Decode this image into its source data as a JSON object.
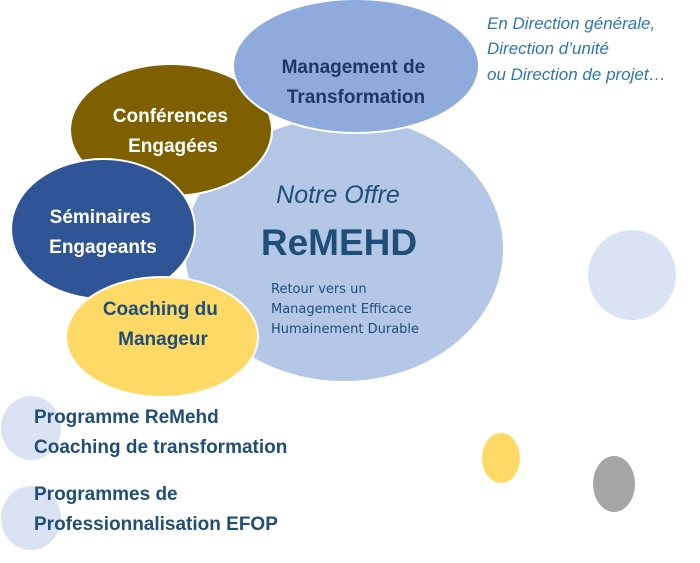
{
  "bubbles": {
    "management": {
      "line1": "Management de",
      "line2": "Transformation",
      "color": "#8FAADC"
    },
    "conferences": {
      "line1": "Conférences",
      "line2": "Engagées",
      "color": "#7F6000"
    },
    "seminaires": {
      "line1": "Séminaires",
      "line2": "Engageants",
      "color": "#2F5597"
    },
    "coaching": {
      "line1": "Coaching du",
      "line2": "Manageur",
      "color": "#FFD966"
    },
    "offre": {
      "heading": "Notre Offre",
      "title": "ReMEHD",
      "line1": "Retour vers un",
      "line2": "Management Efficace",
      "line3": "Humainement Durable",
      "color": "#B4C7E7"
    }
  },
  "scope_note": {
    "line1": "En Direction générale,",
    "line2": "Direction d’unité",
    "line3": "ou Direction de projet…"
  },
  "programs": [
    {
      "line1": "Programme ReMehd",
      "line2": "Coaching de transformation"
    },
    {
      "line1": "Programmes de",
      "line2": "Professionnalisation EFOP"
    }
  ],
  "colors": {
    "text_dark": "#1F4E79",
    "light": "#DAE3F3",
    "yellow": "#FFD966",
    "gray": "#A6A6A6"
  }
}
